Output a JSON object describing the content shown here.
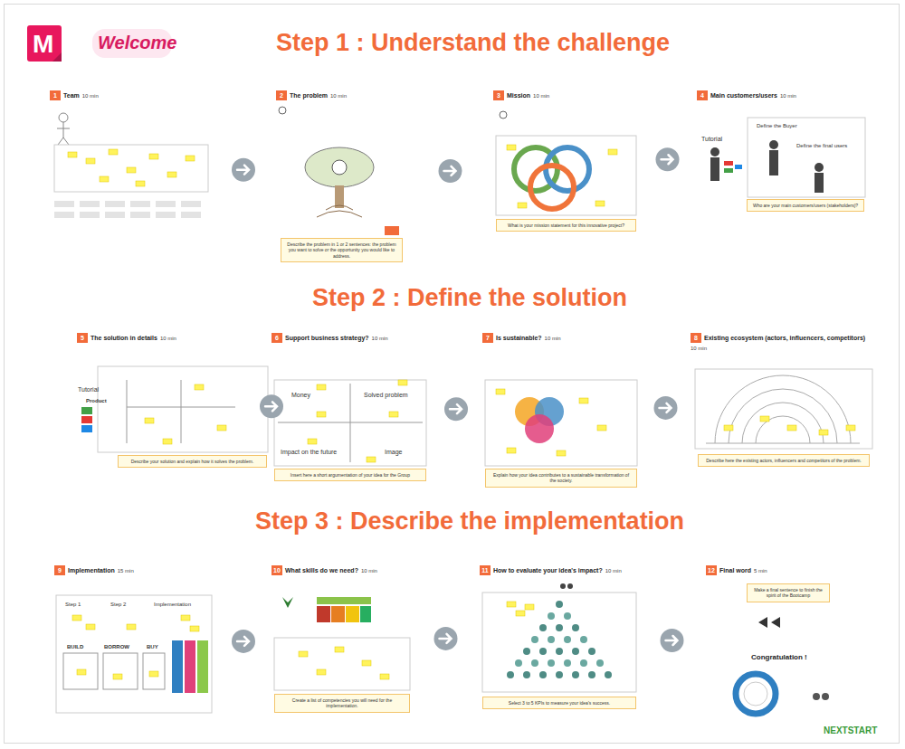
{
  "diagram": {
    "nodes": [
      {
        "text": [
          "1",
          "Team",
          "10 min"
        ]
      },
      {
        "text": [
          "2",
          "The problem",
          "10 min"
        ]
      },
      {
        "text": [
          "Describe the problem in 1 or 2 sentences: the problem you want to solve or the opportunity you would like to address."
        ],
        "in": 1
      },
      {
        "text": [
          "3",
          "Mission",
          "10 min"
        ]
      },
      {
        "text": [
          "What is your mission statement for this innovative project?"
        ],
        "in": 3
      },
      {
        "text": [
          "4",
          "Main customers/users",
          "10 min"
        ]
      },
      {
        "text": [
          "Who are your main customers/users (stakeholders)?"
        ],
        "in": 5
      },
      {
        "text": [
          "5",
          "The solution in details",
          "10 min"
        ]
      },
      {
        "text": [
          "Describe your solution and explain how it solves the problem."
        ],
        "in": 7
      },
      {
        "text": [
          "6",
          "Support business strategy?",
          "10 min"
        ]
      },
      {
        "text": [
          "Insert here a short argumentation of your idea for the Group"
        ],
        "in": 9
      },
      {
        "text": [
          "7",
          "Is sustainable?",
          "10 min"
        ]
      },
      {
        "text": [
          "Explain how your idea contributes to a sustainable transformation of the society."
        ],
        "in": 11
      },
      {
        "text": [
          "8",
          "Existing ecosystem (actors, influencers, competitors)",
          "10 min"
        ]
      },
      {
        "text": [
          "Describe here the existing actors, influencers and competitors of the problem."
        ],
        "in": 13
      },
      {
        "text": [
          "9",
          "Implementation",
          "15 min"
        ]
      },
      {
        "text": [
          "10",
          "What skills do we need?",
          "10 min"
        ]
      },
      {
        "text": [
          "Create a list of competencies you will need for the implementation."
        ],
        "in": 16
      },
      {
        "text": [
          "11",
          "How to evaluate your idea's impact?",
          "10 min"
        ]
      },
      {
        "text": [
          "Select 3 to 5 KPIs to measure your idea's success."
        ],
        "in": 18
      },
      {
        "text": [
          "12",
          "Final word",
          "5 min"
        ]
      },
      {
        "text": [
          "Make a final sentence to finish the spirit of the Bootcamp"
        ],
        "in": 20
      }
    ],
    "edges": [
      {
        "from": 0,
        "to": 1,
        "arrow": "to"
      },
      {
        "from": 1,
        "to": 3,
        "arrow": "to"
      },
      {
        "from": 3,
        "to": 5,
        "arrow": "to"
      },
      {
        "from": 7,
        "to": 9,
        "arrow": "to"
      },
      {
        "from": 9,
        "to": 11,
        "arrow": "to"
      },
      {
        "from": 11,
        "to": 13,
        "arrow": "to"
      },
      {
        "from": 15,
        "to": 16,
        "arrow": "to"
      },
      {
        "from": 16,
        "to": 18,
        "arrow": "to"
      },
      {
        "from": 18,
        "to": 20,
        "arrow": "to"
      }
    ],
    "labels": [
      "M",
      "Welcome",
      "Step 1 : Understand the challenge",
      "Step 2 : Define the solution",
      "Step 3 : Describe the implementation",
      "Tutorial",
      "Define the Buyer",
      "Define the final users",
      "Tutorial",
      "Product",
      "Money",
      "Solved problem",
      "Impact on the future",
      "Image",
      "Step 1",
      "Step 2",
      "Implementation",
      "BUILD",
      "BORROW",
      "BUY",
      "Congratulation !",
      "NEXTSTART"
    ]
  }
}
